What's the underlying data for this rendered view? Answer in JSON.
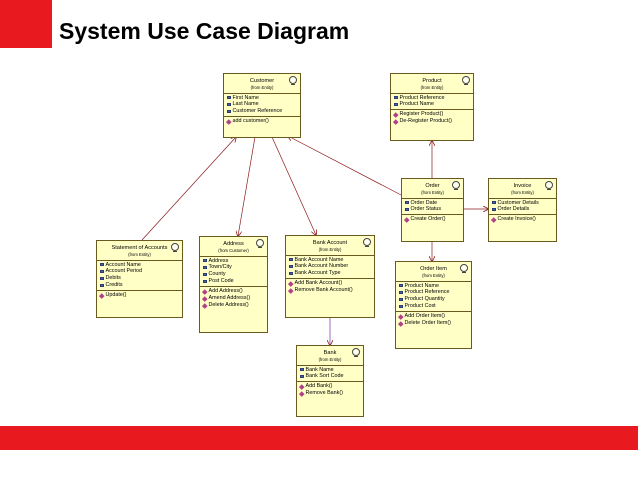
{
  "slide": {
    "title": "System Use Case Diagram"
  },
  "colors": {
    "accent": "#e8191f",
    "class_fill": "#ffffc6",
    "class_border": "#6b5a20",
    "connector": "#8b1a1a"
  },
  "classes": {
    "customer": {
      "name": "Customer",
      "stereotype": "(from Entity)",
      "attributes": [
        "First Name",
        "Last Name",
        "Customer Reference"
      ],
      "operations": [
        "add customer()"
      ]
    },
    "product": {
      "name": "Product",
      "stereotype": "(from Entity)",
      "attributes": [
        "Product Reference",
        "Product Name"
      ],
      "operations": [
        "Register Product()",
        "De-Register Product()"
      ]
    },
    "order": {
      "name": "Order",
      "stereotype": "(from Entity)",
      "attributes": [
        "Order Date",
        "Order Status"
      ],
      "operations": [
        "Create Order()"
      ]
    },
    "invoice": {
      "name": "Invoice",
      "stereotype": "(from Entity)",
      "attributes": [
        "Customer Details",
        "Order Details"
      ],
      "operations": [
        "Create Invoice()"
      ]
    },
    "statement": {
      "name": "Statement of Accounts",
      "stereotype": "(from Entity)",
      "attributes": [
        "Account Name",
        "Account Period",
        "Debits",
        "Credits"
      ],
      "operations": [
        "Update()"
      ]
    },
    "address": {
      "name": "Address",
      "stereotype": "(from Customer)",
      "attributes": [
        "Address",
        "Town/City",
        "County",
        "Post Code"
      ],
      "operations": [
        "Add Address()",
        "Amend Address()",
        "Delete Address()"
      ]
    },
    "bank_account": {
      "name": "Bank Account",
      "stereotype": "(from Entity)",
      "attributes": [
        "Bank Account Name",
        "Bank Account Number",
        "Bank Account Type"
      ],
      "operations": [
        "Add Bank Account()",
        "Remove Bank Account()"
      ]
    },
    "order_item": {
      "name": "Order Item",
      "stereotype": "(from Entity)",
      "attributes": [
        "Product Name",
        "Product Reference",
        "Product Quantity",
        "Product Cost"
      ],
      "operations": [
        "Add Order Item()",
        "Delete Order Item()"
      ]
    },
    "bank": {
      "name": "Bank",
      "stereotype": "(from Entity)",
      "attributes": [
        "Bank Name",
        "Bank Sort Code"
      ],
      "operations": [
        "Add Bank()",
        "Remove Bank()"
      ]
    }
  }
}
